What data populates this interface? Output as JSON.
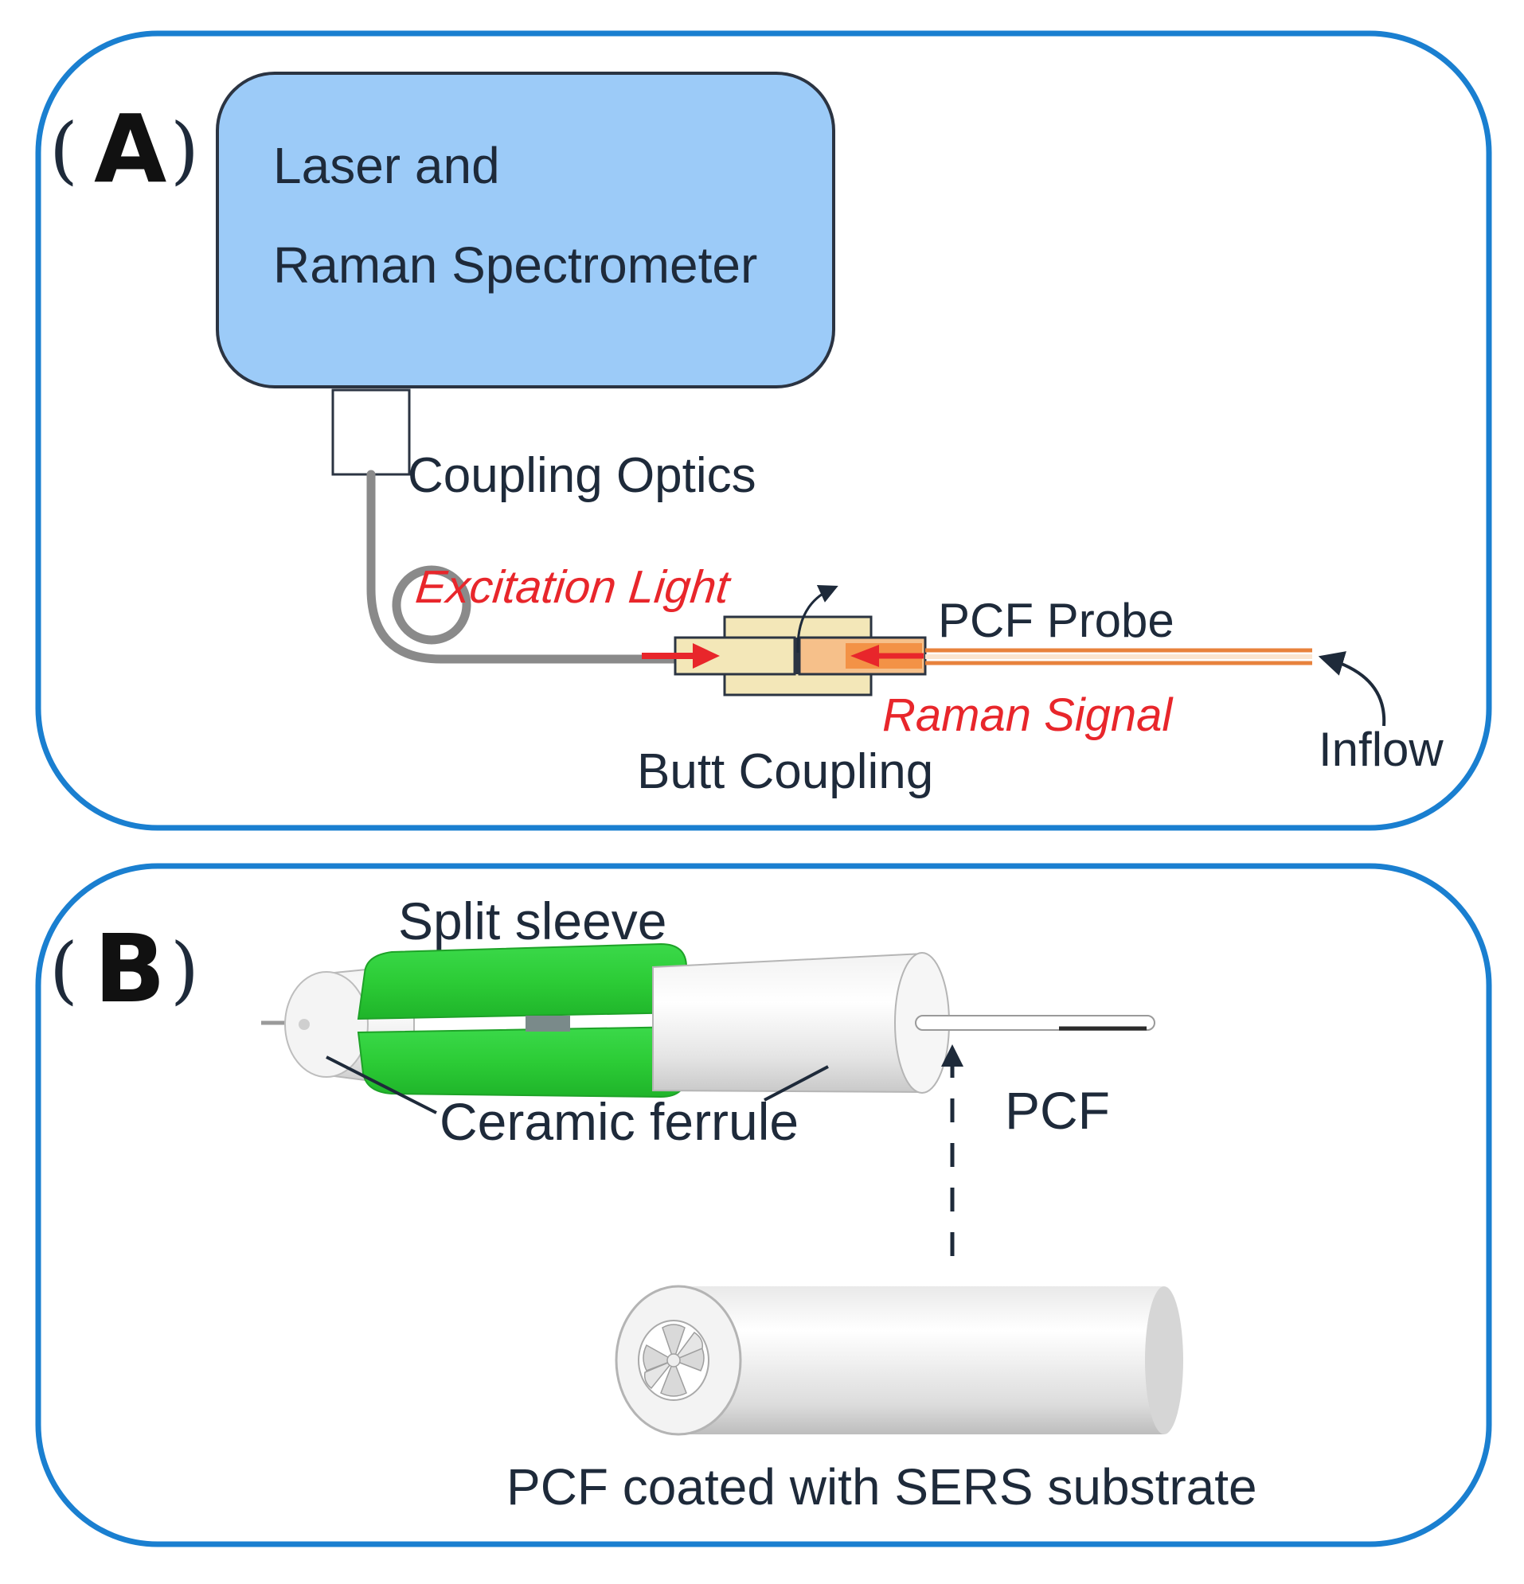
{
  "panel_a": {
    "label_open": "(",
    "label_letter": "A",
    "label_close": ")",
    "box_line1": "Laser and",
    "box_line2": "Raman Spectrometer",
    "coupling_optics": "Coupling Optics",
    "excitation_light": "Excitation Light",
    "pcf_probe": "PCF Probe",
    "raman_signal": "Raman Signal",
    "butt_coupling": "Butt Coupling",
    "inflow": "Inflow"
  },
  "panel_b": {
    "label_open": "(",
    "label_letter": "B",
    "label_close": ")",
    "split_sleeve": "Split sleeve",
    "ceramic_ferrule": "Ceramic ferrule",
    "pcf": "PCF",
    "pcf_coated": "PCF coated with SERS substrate"
  },
  "colors": {
    "frame": "#1a7fd0",
    "box_fill": "#9ccbf8",
    "box_stroke": "#2b3442",
    "text": "#1e2a3a",
    "accent_red": "#e8262b",
    "sleeve_green": "#2fd83a",
    "coupler_tan": "#f3e7b8",
    "fiber_gray": "#8a8a8a",
    "probe_orange": "#e8823c"
  }
}
